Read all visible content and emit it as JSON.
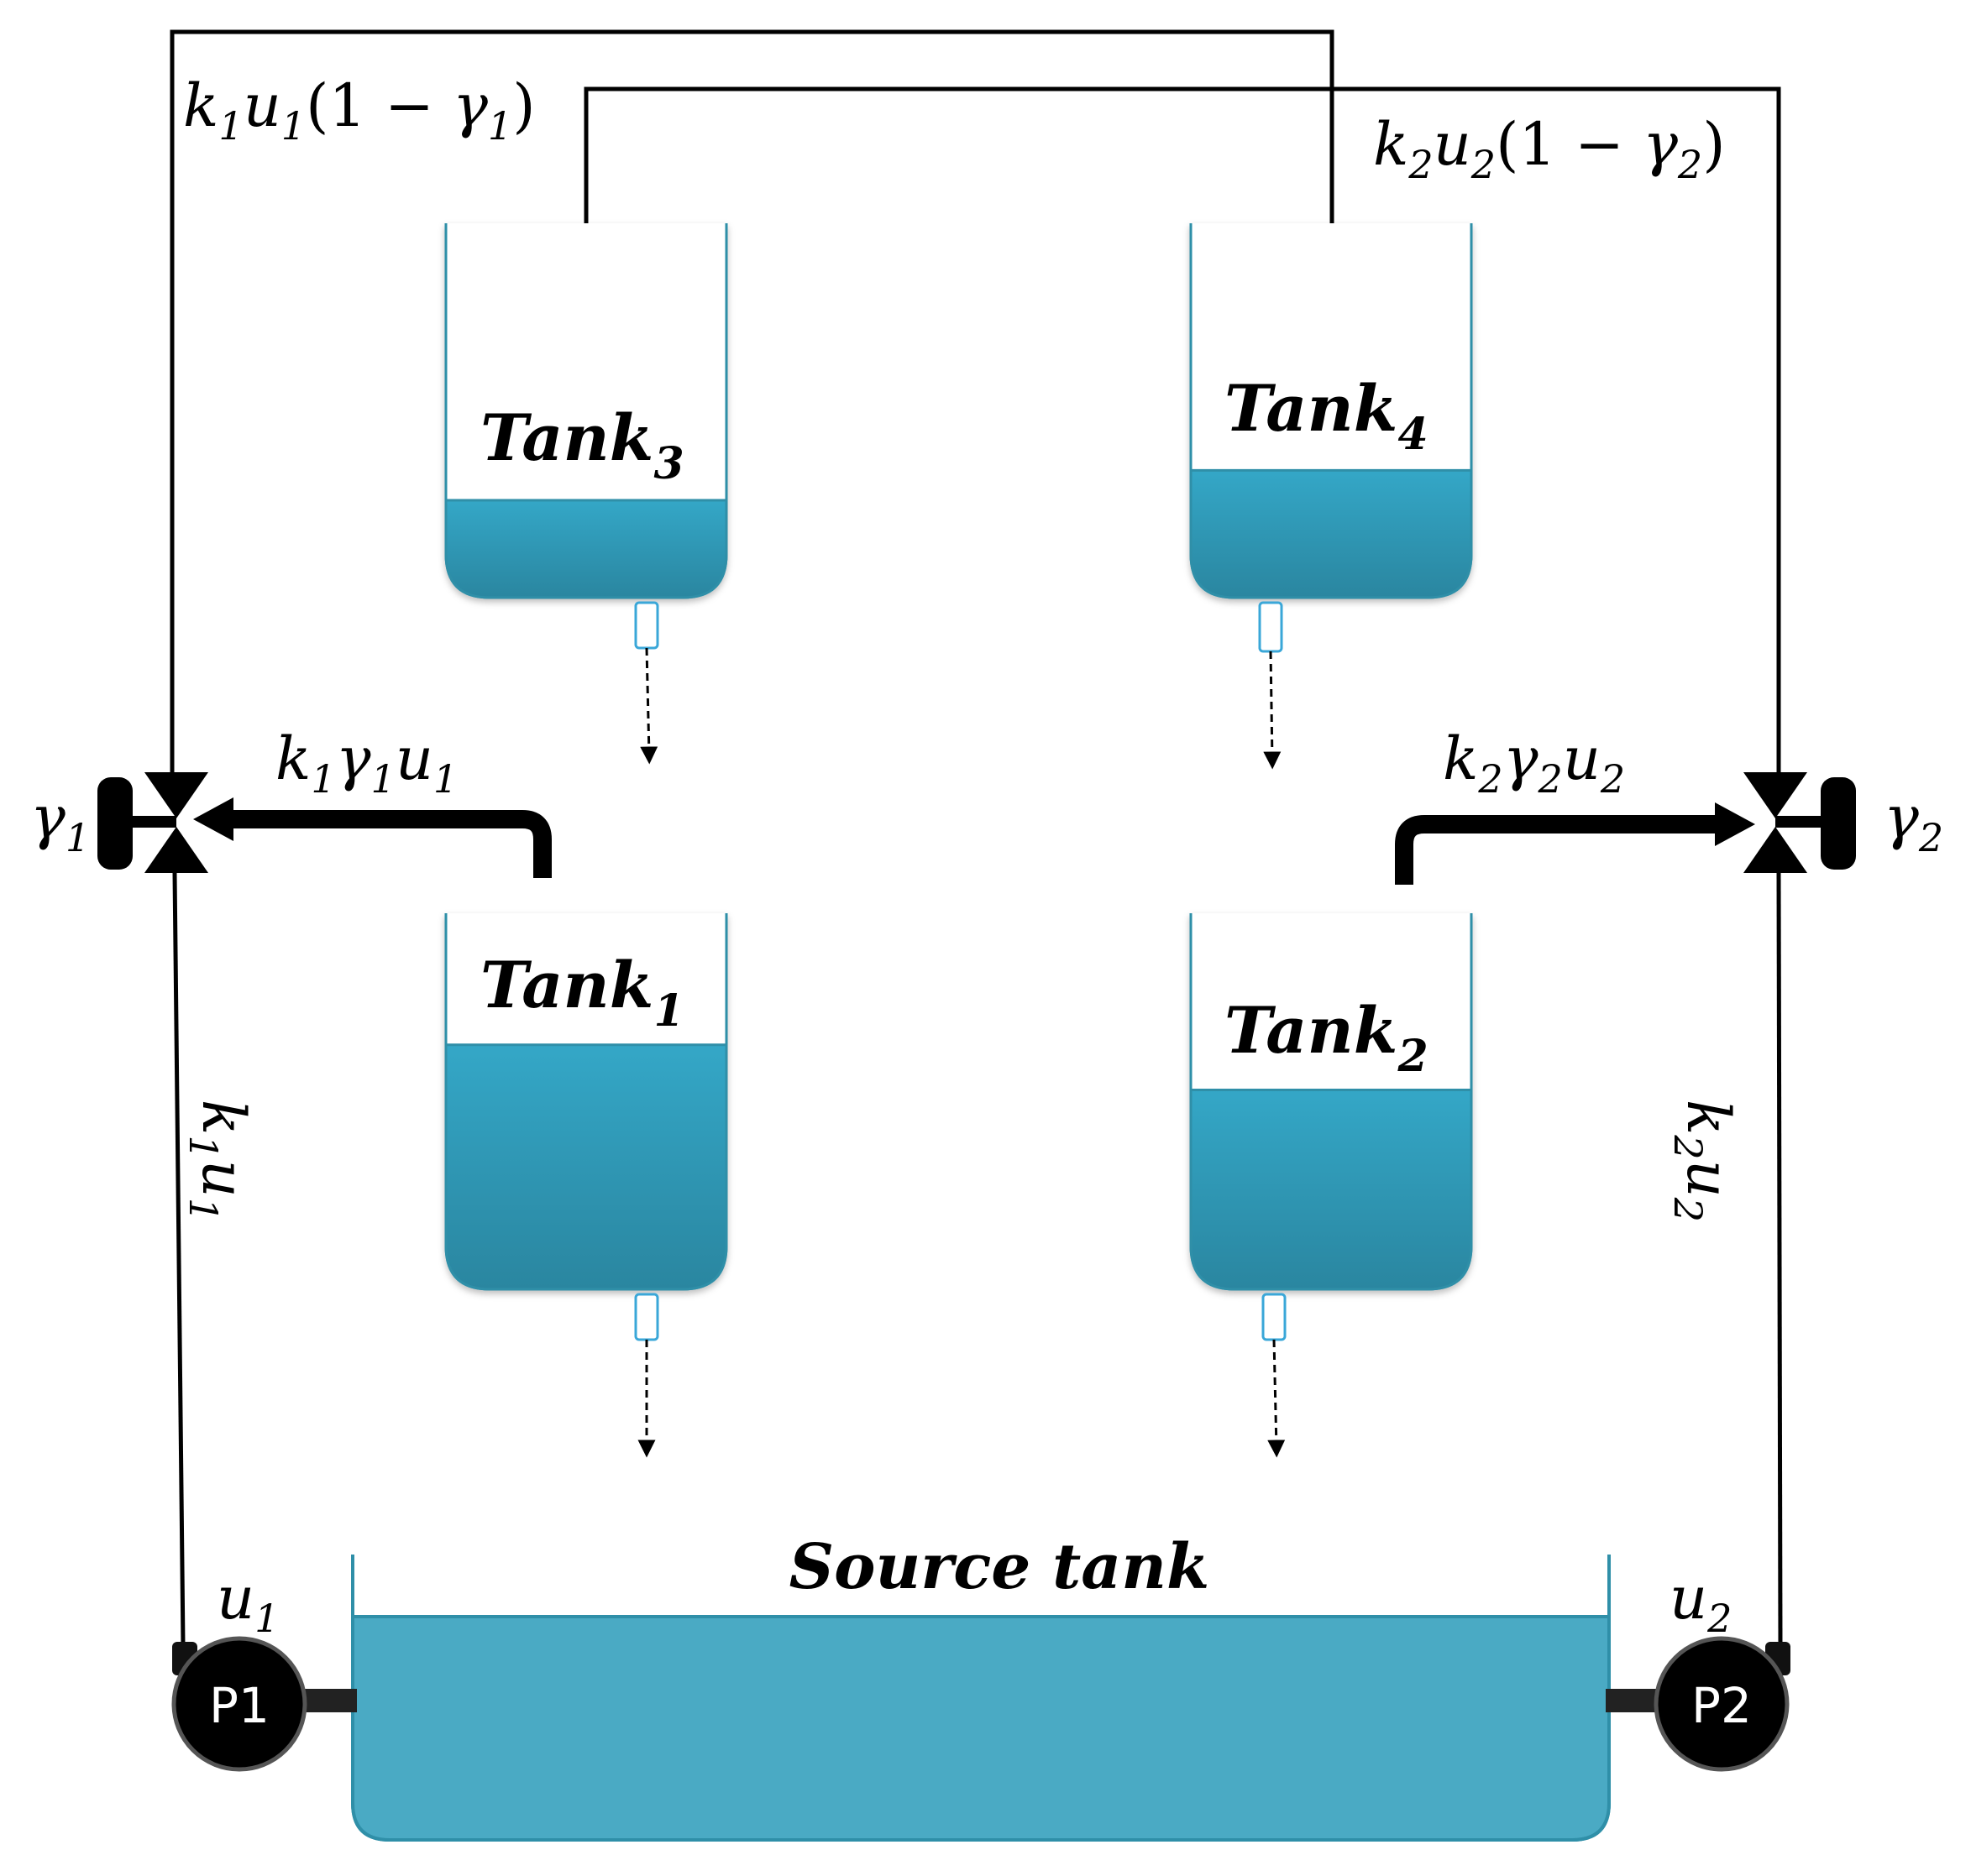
{
  "tanks": {
    "tank3": {
      "base": "Tank",
      "sub": "3",
      "level": 0.26
    },
    "tank4": {
      "base": "Tank",
      "sub": "4",
      "level": 0.34
    },
    "tank1": {
      "base": "Tank",
      "sub": "1",
      "level": 0.65
    },
    "tank2": {
      "base": "Tank",
      "sub": "2",
      "level": 0.53
    },
    "source": {
      "label": "Source tank"
    }
  },
  "pumps": {
    "p1": {
      "label": "P1",
      "input": {
        "base": "u",
        "sub": "1"
      }
    },
    "p2": {
      "label": "P2",
      "input": {
        "base": "u",
        "sub": "2"
      }
    }
  },
  "valves": {
    "v1": {
      "base": "γ",
      "sub": "1"
    },
    "v2": {
      "base": "γ",
      "sub": "2"
    }
  },
  "flows": {
    "top_left": {
      "k": "k",
      "ks": "1",
      "u": "u",
      "us": "1",
      "open": "(1 − ",
      "g": "γ",
      "gs": "1",
      "close": ")"
    },
    "top_right": {
      "k": "k",
      "ks": "2",
      "u": "u",
      "us": "2",
      "open": "(1 − ",
      "g": "γ",
      "gs": "2",
      "close": ")"
    },
    "split_left": {
      "k": "k",
      "ks": "1",
      "g": "γ",
      "gs": "1",
      "u": "u",
      "us": "1"
    },
    "split_right": {
      "k": "k",
      "ks": "2",
      "g": "γ",
      "gs": "2",
      "u": "u",
      "us": "2"
    },
    "side_left": {
      "k": "k",
      "ks": "1",
      "u": "u",
      "us": "1"
    },
    "side_right": {
      "k": "k",
      "ks": "2",
      "u": "u",
      "us": "2"
    }
  },
  "colors": {
    "water": "#2e96b3",
    "water_source": "#4aaac4",
    "tank_outline": "#2f8fa8",
    "pipe": "#000000",
    "outlet": "#3aa7d8"
  }
}
